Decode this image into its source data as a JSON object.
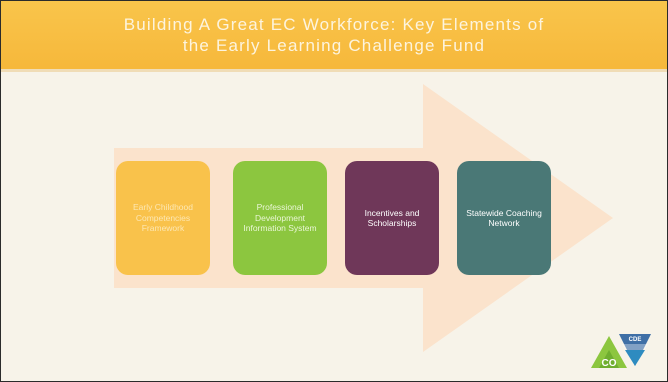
{
  "slide": {
    "title_line1": "Building A Great EC Workforce: Key Elements of",
    "title_line2": "the Early Learning Challenge Fund"
  },
  "steps": [
    {
      "label": "Early Childhood Competencies Framework",
      "color": "#f9c24b"
    },
    {
      "label": "Professional Development Information System",
      "color": "#8cc63f"
    },
    {
      "label": "Incentives and Scholarships",
      "color": "#6f3759"
    },
    {
      "label": "Statewide Coaching Network",
      "color": "#4a7876"
    }
  ],
  "logo": {
    "left_badge": "CO",
    "right_badge": "CDE"
  },
  "colors": {
    "title_bar": "#f6b73a",
    "background": "#f7f3e9",
    "arrow": "#fbe3cc"
  }
}
